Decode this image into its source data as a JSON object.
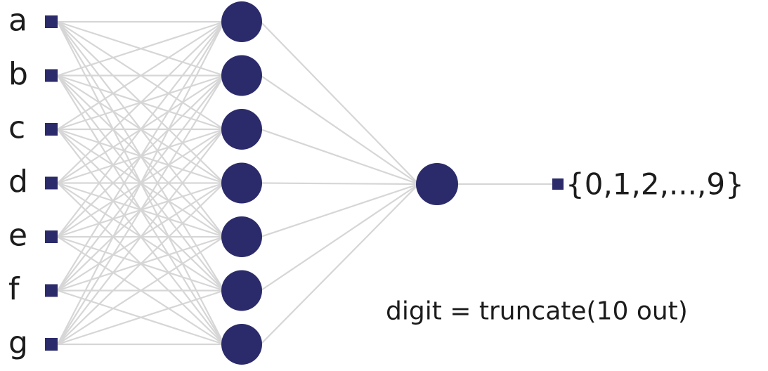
{
  "diagram": {
    "inputs": [
      "a",
      "b",
      "c",
      "d",
      "e",
      "f",
      "g"
    ],
    "hidden_count": 7,
    "output_set": "{0,1,2,...,9}",
    "formula": "digit = truncate(10  out)"
  },
  "colors": {
    "node": "#2b2b6b",
    "edge": "#d6d6d6",
    "text": "#1c1c1c"
  }
}
